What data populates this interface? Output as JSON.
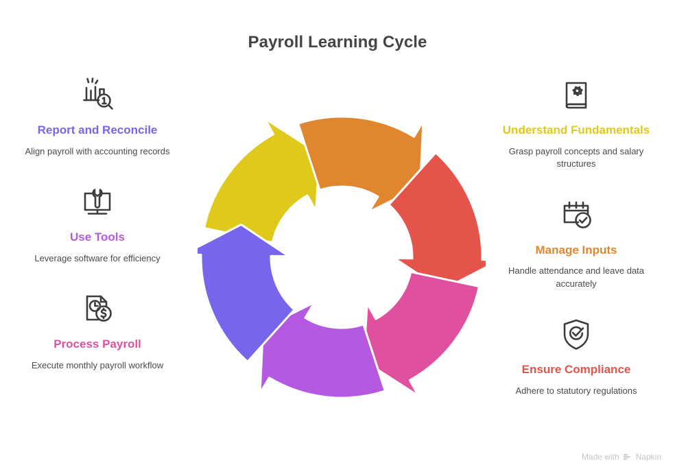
{
  "title": "Payroll Learning Cycle",
  "colors": {
    "yellow": "#DFC91B",
    "orange": "#DF862E",
    "red": "#E5544B",
    "pink": "#E0509E",
    "orchid": "#B559E3",
    "indigo": "#7765EB",
    "title_gray": "#444444",
    "desc_gray": "#4A4A4A",
    "icon_stroke": "#3C3C3C",
    "credit_gray": "#C6C6C6",
    "background": "#FFFFFF"
  },
  "left_column": [
    {
      "title": "Report and Reconcile",
      "description": "Align payroll with accounting records",
      "color": "#7765EB",
      "icon": "bar-chart-magnifier-icon"
    },
    {
      "title": "Use Tools",
      "description": "Leverage software for efficiency",
      "color": "#B559E3",
      "icon": "monitor-wrench-icon"
    },
    {
      "title": "Process Payroll",
      "description": "Execute monthly payroll workflow",
      "color": "#E0509E",
      "icon": "document-clock-dollar-icon"
    }
  ],
  "right_column": [
    {
      "title": "Understand Fundamentals",
      "description": "Grasp payroll concepts and salary structures",
      "color": "#DFC91B",
      "icon": "book-gear-icon"
    },
    {
      "title": "Manage Inputs",
      "description": "Handle attendance and leave data accurately",
      "color": "#DF862E",
      "icon": "calendar-check-icon"
    },
    {
      "title": "Ensure Compliance",
      "description": "Adhere to statutory regulations",
      "color": "#E5544B",
      "icon": "shield-check-icon"
    }
  ],
  "chart_data": {
    "type": "cycle",
    "title": "Payroll Learning Cycle",
    "direction": "clockwise",
    "center": [
      210,
      235
    ],
    "outer_radius": 205,
    "inner_radius": 103,
    "segment_count": 6,
    "segments": [
      {
        "label": "Understand Fundamentals",
        "color": "#DFC91B",
        "start_deg": -78,
        "end_deg": -12,
        "order": 1
      },
      {
        "label": "Manage Inputs",
        "color": "#DF862E",
        "start_deg": -18,
        "end_deg": 48,
        "order": 2
      },
      {
        "label": "Ensure Compliance",
        "color": "#E5544B",
        "start_deg": 42,
        "end_deg": 108,
        "order": 3
      },
      {
        "label": "Process Payroll",
        "color": "#E0509E",
        "start_deg": 102,
        "end_deg": 168,
        "order": 4
      },
      {
        "label": "Use Tools",
        "color": "#B559E3",
        "start_deg": 162,
        "end_deg": 228,
        "order": 5
      },
      {
        "label": "Report and Reconcile",
        "color": "#7765EB",
        "start_deg": 222,
        "end_deg": 288,
        "order": 6
      }
    ]
  },
  "footer": {
    "made_with": "Made with",
    "brand": "Napkin"
  }
}
